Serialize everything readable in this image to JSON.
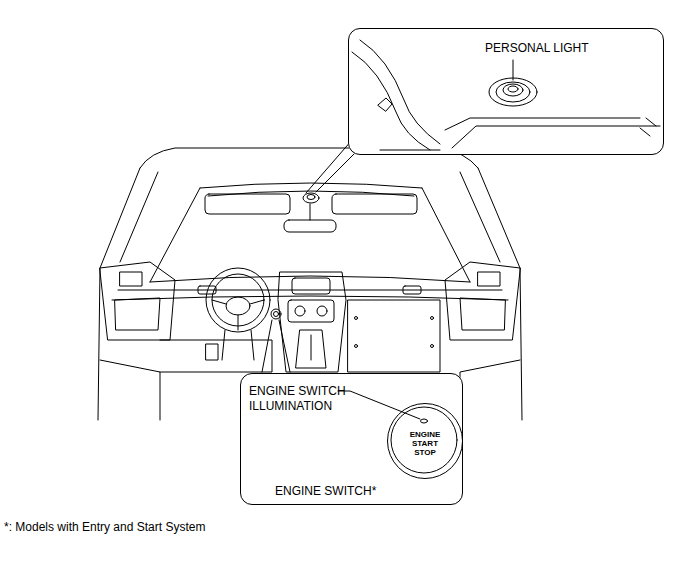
{
  "diagram": {
    "nodes": [
      {
        "text": [
          "PERSONAL LIGHT"
        ]
      },
      {
        "text": [
          "ENGINE SWITCH ILLUMINATION",
          "ENGINE SWITCH*"
        ]
      },
      {
        "text": [
          "ENGINE START STOP"
        ],
        "in": 1
      }
    ],
    "labels": [
      "*: Models with Entry and Start System"
    ]
  }
}
